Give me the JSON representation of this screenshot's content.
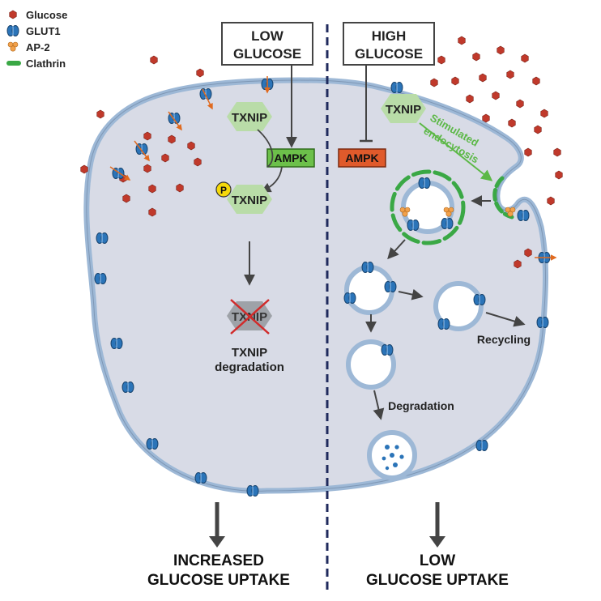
{
  "legend": {
    "glucose": "Glucose",
    "glut1": "GLUT1",
    "ap2": "AP-2",
    "clathrin": "Clathrin"
  },
  "left": {
    "condition_line1": "LOW",
    "condition_line2": "GLUCOSE",
    "txnip": "TXNIP",
    "ampk": "AMPK",
    "phospho": "P",
    "txnip_p": "TXNIP",
    "txnip_degraded": "TXNIP",
    "degradation_line1": "TXNIP",
    "degradation_line2": "degradation",
    "outcome_line1": "INCREASED",
    "outcome_line2": "GLUCOSE UPTAKE"
  },
  "right": {
    "condition_line1": "HIGH",
    "condition_line2": "GLUCOSE",
    "txnip": "TXNIP",
    "ampk": "AMPK",
    "endocytosis_line1": "Stimulated",
    "endocytosis_line2": "endocytosis",
    "recycling": "Recycling",
    "degradation": "Degradation",
    "outcome_line1": "LOW",
    "outcome_line2": "GLUCOSE UPTAKE"
  },
  "colors": {
    "cell_fill": "#d8dbe6",
    "membrane": "#9db8d6",
    "glucose": "#c0392b",
    "glut1": "#2b74b8",
    "ap2": "#f2a14b",
    "clathrin": "#3aa845",
    "txnip_hex": "#b9dca8",
    "ampk_active": "#6cc04a",
    "ampk_inhibited": "#e05a2b",
    "divider": "#1f2a5c"
  }
}
